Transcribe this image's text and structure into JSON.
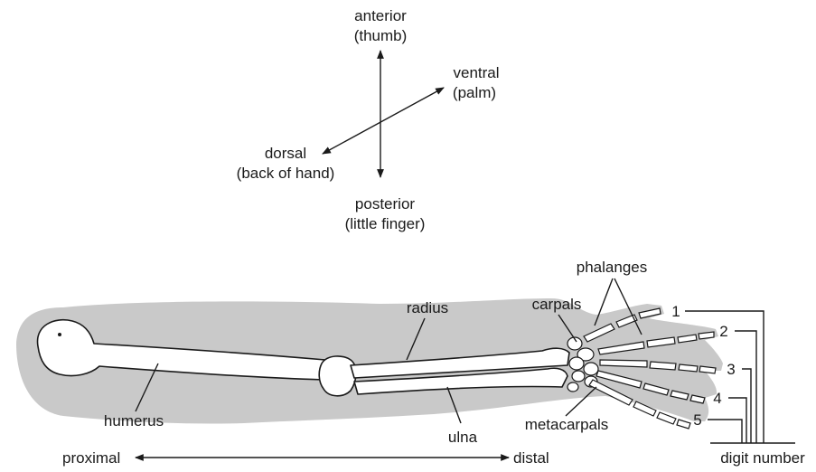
{
  "colors": {
    "ink": "#1a1a1a",
    "shadow": "#c9c9c9",
    "bone": "#ffffff"
  },
  "orientation": {
    "anterior": "anterior",
    "anterior_note": "(thumb)",
    "ventral": "ventral",
    "ventral_note": "(palm)",
    "dorsal": "dorsal",
    "dorsal_note": "(back of hand)",
    "posterior": "posterior",
    "posterior_note": "(little finger)"
  },
  "bones": {
    "humerus": "humerus",
    "radius": "radius",
    "ulna": "ulna",
    "carpals": "carpals",
    "metacarpals": "metacarpals",
    "phalanges": "phalanges"
  },
  "axis": {
    "proximal": "proximal",
    "distal": "distal"
  },
  "digits": {
    "numbers": [
      "1",
      "2",
      "3",
      "4",
      "5"
    ],
    "caption": "digit number"
  }
}
